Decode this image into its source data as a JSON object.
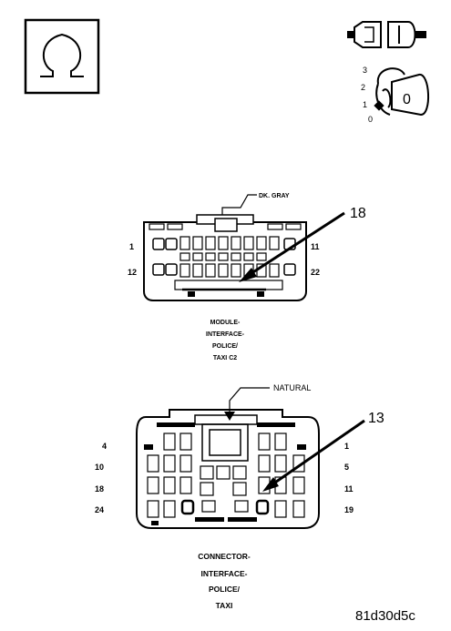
{
  "symbols": {
    "ohm_symbol": "Ω",
    "ignition_positions": [
      "3",
      "2",
      "1",
      "0"
    ],
    "key_label": "0"
  },
  "connector_c2": {
    "color_label": "DK. GRAY",
    "callout_pin": "18",
    "pin_numbers": {
      "top_left": "1",
      "top_right": "11",
      "bottom_left": "12",
      "bottom_right": "22"
    },
    "caption_lines": [
      "MODULE-",
      "INTERFACE-",
      "POLICE/",
      "TAXI C2"
    ]
  },
  "connector_main": {
    "color_label": "NATURAL",
    "callout_pin": "13",
    "left_pins": [
      "4",
      "10",
      "18",
      "24"
    ],
    "right_pins": [
      "1",
      "5",
      "11",
      "19"
    ],
    "caption_lines": [
      "CONNECTOR-",
      "INTERFACE-",
      "POLICE/",
      "TAXI"
    ]
  },
  "figure_code": "81d30d5c"
}
